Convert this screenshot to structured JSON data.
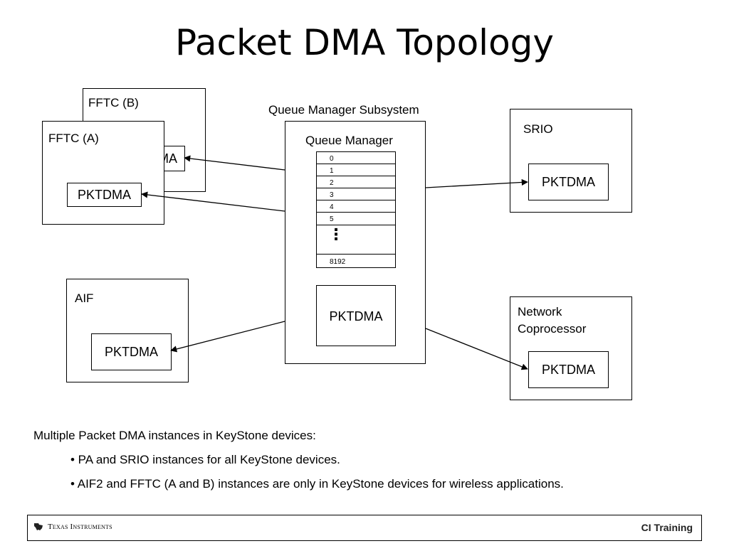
{
  "title": "Packet DMA Topology",
  "qms_label": "Queue Manager Subsystem",
  "qm_label": "Queue Manager",
  "queue_rows": [
    "0",
    "1",
    "2",
    "3",
    "4",
    "5"
  ],
  "queue_ellipsis": "⋮",
  "queue_last": "8192",
  "pktdma": "PKTDMA",
  "fftc_b": {
    "label": "FFTC (B)",
    "pktdma_visible": "MA"
  },
  "fftc_a": {
    "label": "FFTC (A)"
  },
  "srio": {
    "label": "SRIO"
  },
  "aif": {
    "label": "AIF"
  },
  "netcp": {
    "label_line1": "Network",
    "label_line2": "Coprocessor"
  },
  "description": {
    "intro": "Multiple Packet DMA instances in KeyStone devices:",
    "bullets": [
      "• PA and SRIO instances for all KeyStone devices.",
      "• AIF2 and FFTC (A and B) instances are only in KeyStone devices for wireless applications."
    ]
  },
  "footer": {
    "company": "Texas Instruments",
    "training": "CI Training",
    "logo_icon": "texas-instruments-logo-icon"
  }
}
